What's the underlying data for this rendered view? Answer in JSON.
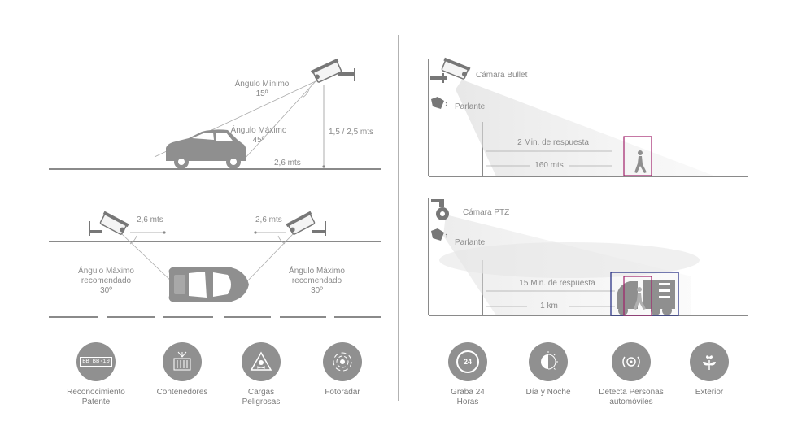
{
  "left_top": {
    "angle_min": "Ángulo Mínimo",
    "angle_min_val": "15º",
    "angle_max": "Ángulo Máximo",
    "angle_max_val": "45º",
    "height": "1,5 / 2,5 mts",
    "distance": "2,6 mts"
  },
  "left_bottom": {
    "dist_left": "2,6 mts",
    "dist_right": "2,6 mts",
    "angle_left_1": "Ángulo Máximo",
    "angle_left_2": "recomendado",
    "angle_left_3": "30º",
    "angle_right_1": "Ángulo Máximo",
    "angle_right_2": "recomendado",
    "angle_right_3": "30º"
  },
  "right_top": {
    "camera": "Cámara Bullet",
    "speaker": "Parlante",
    "response": "2 Min. de respuesta",
    "distance": "160 mts"
  },
  "right_bottom": {
    "camera": "Cámara PTZ",
    "speaker": "Parlante",
    "response": "15 Min. de respuesta",
    "distance": "1 km"
  },
  "features_left": [
    {
      "line1": "Reconocimiento",
      "line2": "Patente",
      "icon": "license-plate-icon",
      "plate": "BB BB·10"
    },
    {
      "line1": "Contenedores",
      "line2": "",
      "icon": "container-icon"
    },
    {
      "line1": "Cargas",
      "line2": "Peligrosas",
      "icon": "hazard-icon"
    },
    {
      "line1": "Fotoradar",
      "line2": "",
      "icon": "radar-icon"
    }
  ],
  "features_right": [
    {
      "line1": "Graba 24",
      "line2": "Horas",
      "icon": "clock-24-icon",
      "badge": "24"
    },
    {
      "line1": "Día y Noche",
      "line2": "",
      "icon": "day-night-icon"
    },
    {
      "line1": "Detecta Personas",
      "line2": "automóviles",
      "icon": "detect-icon"
    },
    {
      "line1": "Exterior",
      "line2": "",
      "icon": "plant-icon"
    }
  ],
  "colors": {
    "line": "#8a8a8a",
    "icon_bg": "#909090",
    "person_box": "#a0206a",
    "vehicle_box": "#1a237e"
  }
}
